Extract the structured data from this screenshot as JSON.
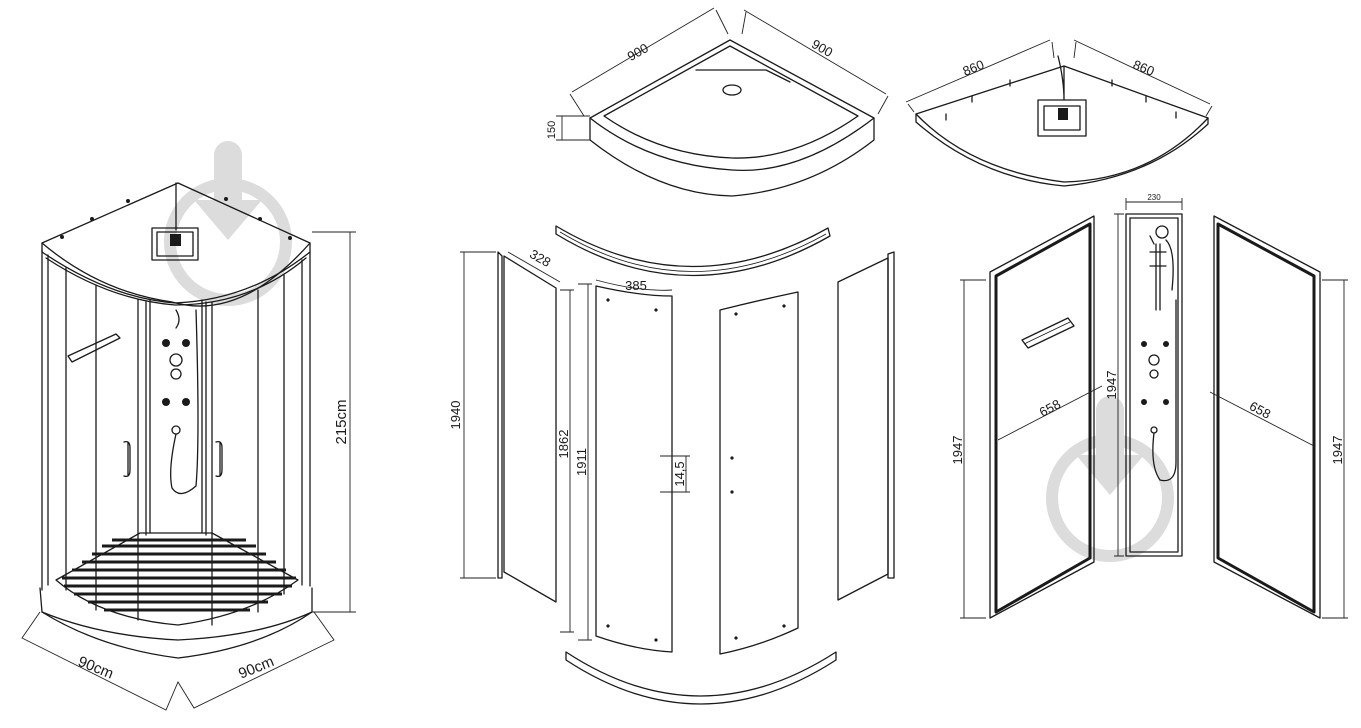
{
  "assembled": {
    "height": "215cm",
    "width_left": "90cm",
    "width_right": "90cm"
  },
  "tray": {
    "left": "900",
    "right": "900",
    "height": "150"
  },
  "roof": {
    "left": "860",
    "right": "860"
  },
  "glass": {
    "fixed_height": "1940",
    "fixed_width": "328",
    "door_width": "385",
    "door_height_a": "1862",
    "door_height_b": "1911",
    "handle_gap": "14,5"
  },
  "back": {
    "left_height": "1947",
    "left_width": "658",
    "column_width": "230",
    "column_height": "1947",
    "right_width": "658",
    "right_height": "1947"
  }
}
